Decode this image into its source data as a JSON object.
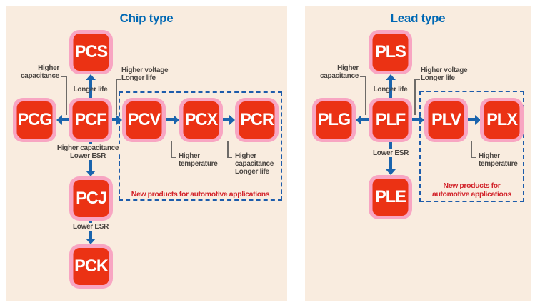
{
  "colors": {
    "panel_bg": "#f9ecdf",
    "box_red": "#eb3214",
    "box_pink": "#f8a5c2",
    "arrow_blue": "#1a64ad",
    "dash_blue": "#1d5cab",
    "title_blue": "#0068b4",
    "note_red": "#d2232a",
    "label_gray": "#4b4642",
    "line_gray": "#6e6b68"
  },
  "panels": {
    "chip": {
      "title": "Chip type",
      "nodes": {
        "pcs": "PCS",
        "pcg": "PCG",
        "pcf": "PCF",
        "pcv": "PCV",
        "pcx": "PCX",
        "pcr": "PCR",
        "pcj": "PCJ",
        "pck": "PCK"
      },
      "labels": {
        "higher_capacitance": "Higher\ncapacitance",
        "longer_life": "Longer life",
        "higher_voltage_longer_life": "Higher voltage\nLonger life",
        "higher_capacitance_lower_esr_lines": [
          "Higher capacitance",
          "Lower ESR"
        ],
        "lower_esr": "Lower ESR",
        "higher_temperature": "Higher\ntemperature",
        "higher_capacitance_longer_life": "Higher\ncapacitance\nLonger life",
        "automotive_note": "New products for automotive applications"
      }
    },
    "lead": {
      "title": "Lead type",
      "nodes": {
        "pls": "PLS",
        "plg": "PLG",
        "plf": "PLF",
        "plv": "PLV",
        "plx": "PLX",
        "ple": "PLE"
      },
      "labels": {
        "higher_capacitance": "Higher\ncapacitance",
        "longer_life": "Longer life",
        "higher_voltage_longer_life": "Higher voltage\nLonger life",
        "lower_esr": "Lower ESR",
        "higher_temperature": "Higher\ntemperature",
        "automotive_note": "New products for\nautomotive applications"
      }
    }
  }
}
